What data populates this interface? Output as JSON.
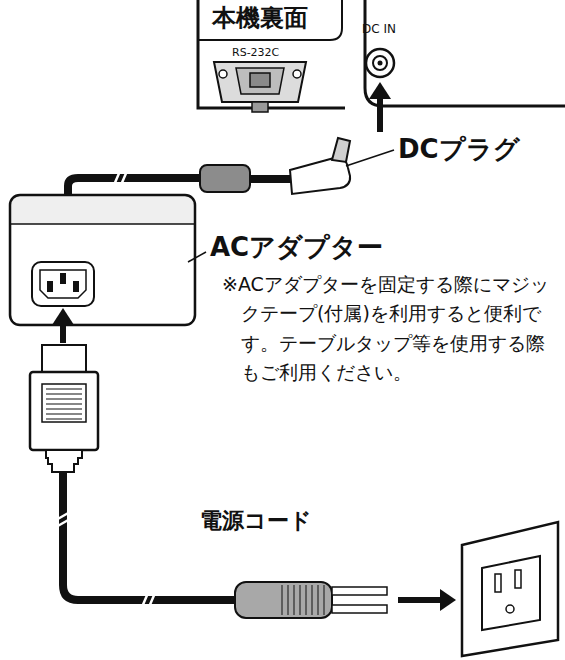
{
  "diagram": {
    "labels": [
      "本機裏面",
      "RS-232C",
      "DC IN",
      "DCプラグ",
      "ACアダプター",
      "※ACアダプターを固定する際にマジックテープ(付属)を利用すると便利です。テーブルタップ等を使用する際もご利用ください。",
      "電源コード"
    ]
  }
}
